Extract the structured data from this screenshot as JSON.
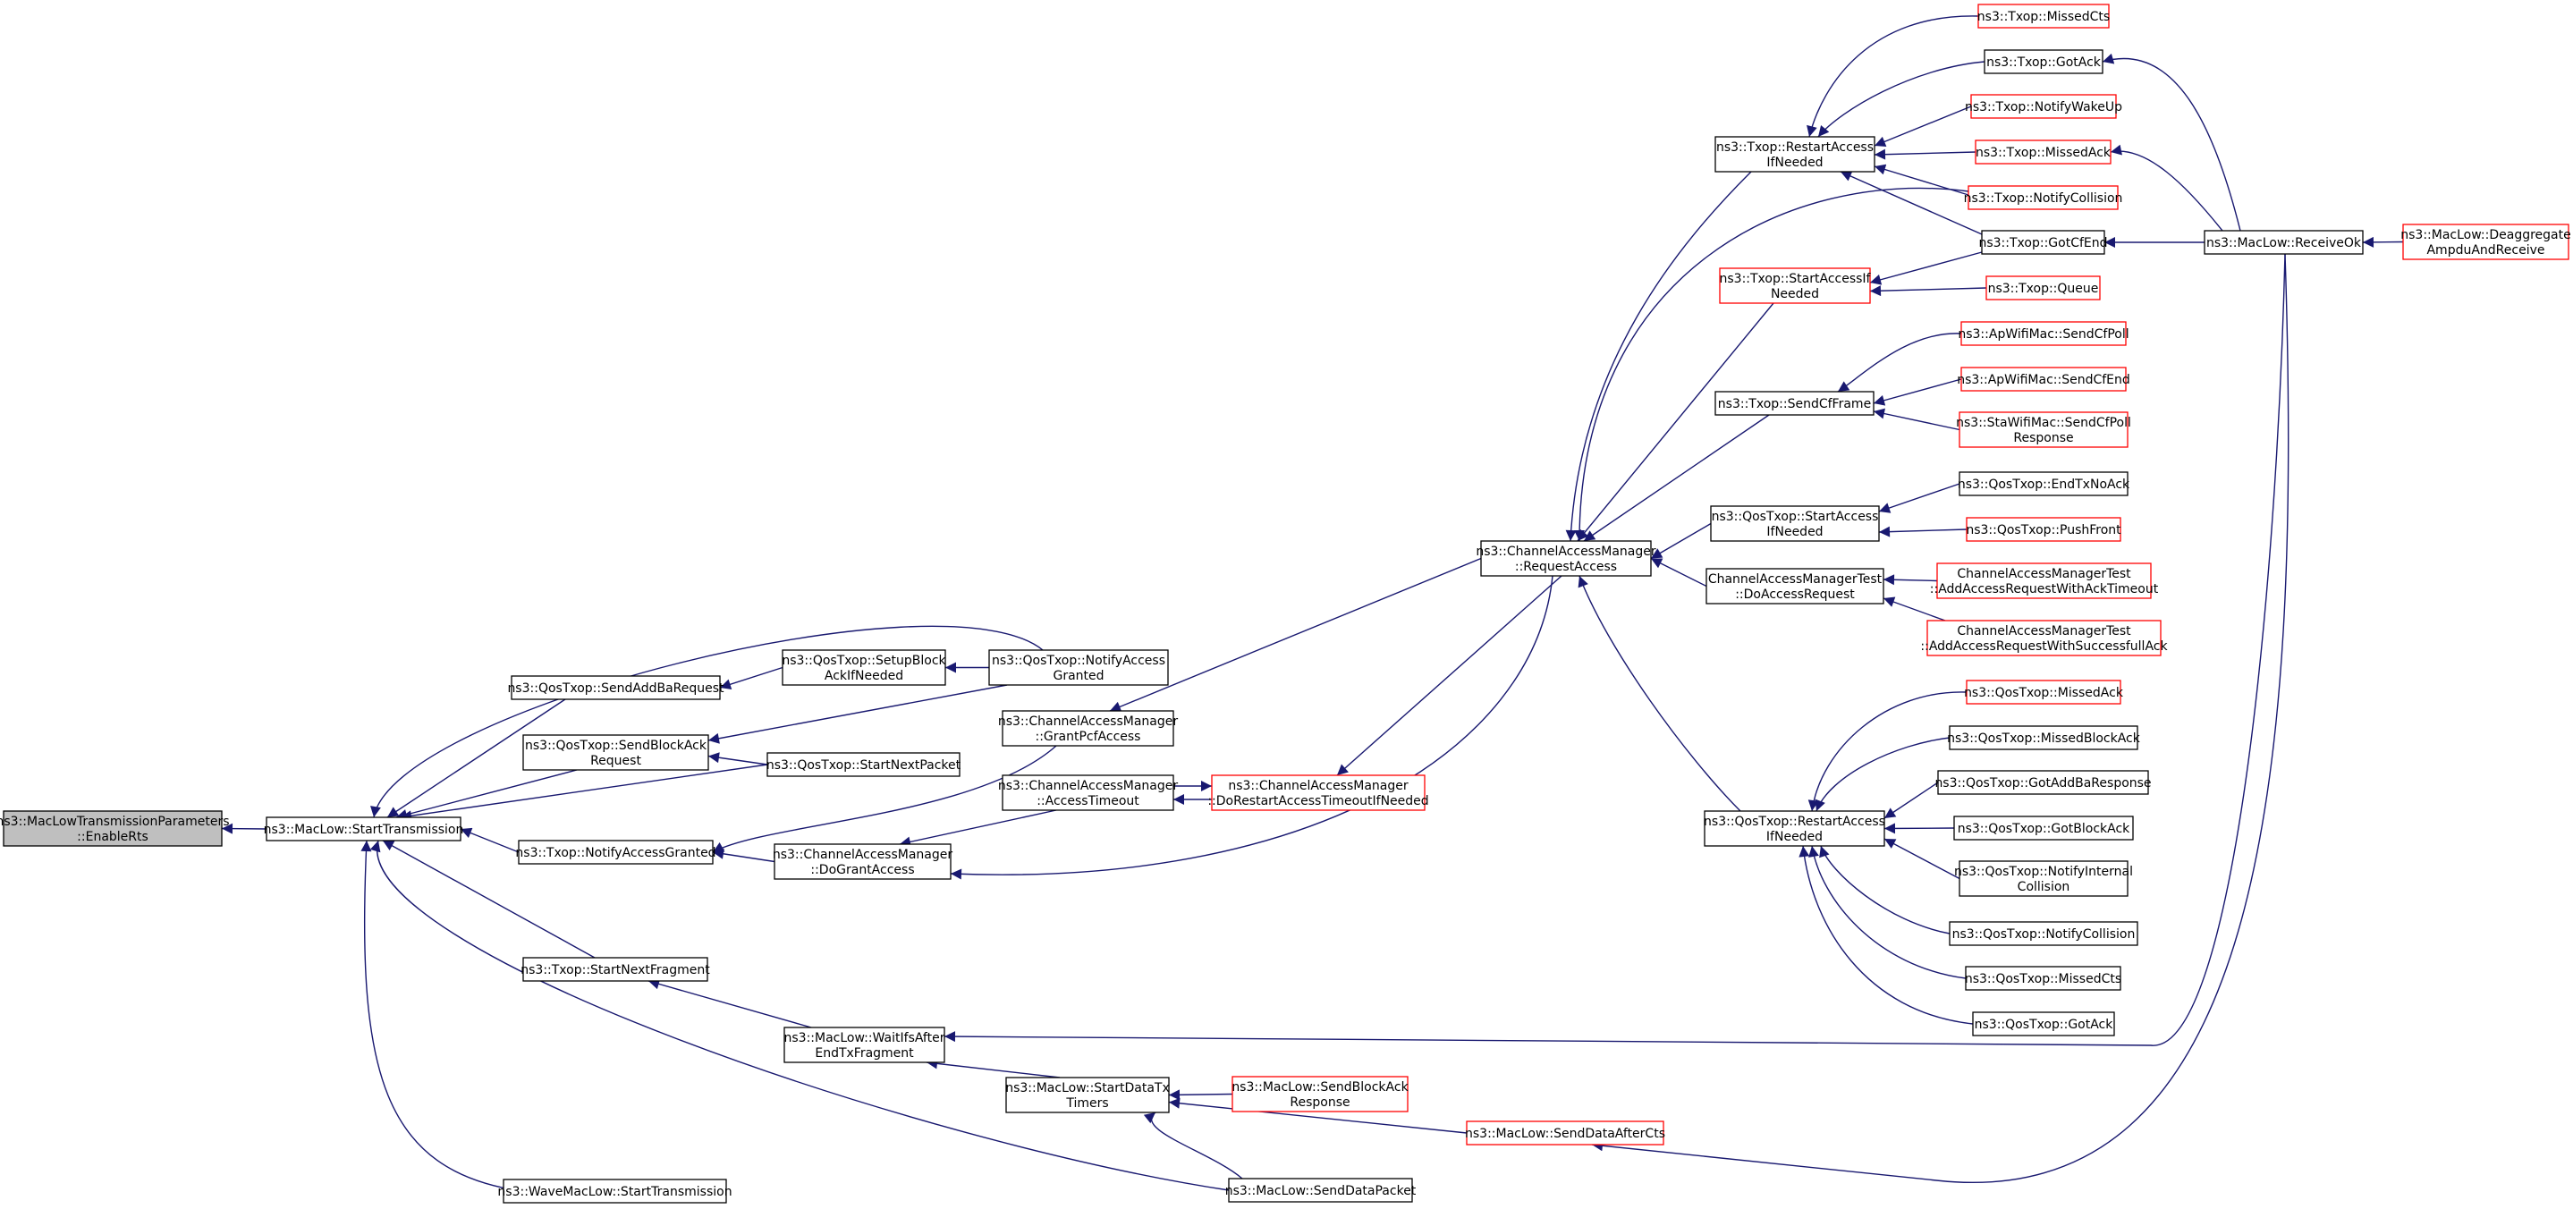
{
  "graph": {
    "colors": {
      "edge": "#191970",
      "node_border": "#000000",
      "node_red_border": "#ff0000",
      "root_fill": "#bfbfbf",
      "node_fill": "#ffffff"
    },
    "nodes": [
      {
        "id": "root",
        "lines": [
          "ns3::MacLowTransmissionParameters",
          "::EnableRts"
        ],
        "style": "root"
      },
      {
        "id": "mlStartTx",
        "lines": [
          "ns3::MacLow::StartTransmission"
        ],
        "style": "normal"
      },
      {
        "id": "qSendAddBa",
        "lines": [
          "ns3::QosTxop::SendAddBaRequest"
        ],
        "style": "normal"
      },
      {
        "id": "qSendBlockAck",
        "lines": [
          "ns3::QosTxop::SendBlockAck",
          "Request"
        ],
        "style": "normal"
      },
      {
        "id": "tNotifyAccessGranted",
        "lines": [
          "ns3::Txop::NotifyAccessGranted"
        ],
        "style": "normal"
      },
      {
        "id": "tStartNextFragment",
        "lines": [
          "ns3::Txop::StartNextFragment"
        ],
        "style": "normal"
      },
      {
        "id": "wmlStartTx",
        "lines": [
          "ns3::WaveMacLow::StartTransmission"
        ],
        "style": "normal"
      },
      {
        "id": "qSetupBlockAck",
        "lines": [
          "ns3::QosTxop::SetupBlock",
          "AckIfNeeded"
        ],
        "style": "normal"
      },
      {
        "id": "qNotifyAccessGranted",
        "lines": [
          "ns3::QosTxop::NotifyAccess",
          "Granted"
        ],
        "style": "normal"
      },
      {
        "id": "qStartNextPacket",
        "lines": [
          "ns3::QosTxop::StartNextPacket"
        ],
        "style": "normal"
      },
      {
        "id": "camDoGrantAccess",
        "lines": [
          "ns3::ChannelAccessManager",
          "::DoGrantAccess"
        ],
        "style": "normal"
      },
      {
        "id": "camGrantPcf",
        "lines": [
          "ns3::ChannelAccessManager",
          "::GrantPcfAccess"
        ],
        "style": "normal"
      },
      {
        "id": "camAccessTimeout",
        "lines": [
          "ns3::ChannelAccessManager",
          "::AccessTimeout"
        ],
        "style": "normal"
      },
      {
        "id": "camDoRestart",
        "lines": [
          "ns3::ChannelAccessManager",
          "::DoRestartAccessTimeoutIfNeeded"
        ],
        "style": "red"
      },
      {
        "id": "camRequestAccess",
        "lines": [
          "ns3::ChannelAccessManager",
          "::RequestAccess"
        ],
        "style": "normal"
      },
      {
        "id": "mlWaitIfs",
        "lines": [
          "ns3::MacLow::WaitIfsAfter",
          "EndTxFragment"
        ],
        "style": "normal"
      },
      {
        "id": "mlStartDataTx",
        "lines": [
          "ns3::MacLow::StartDataTx",
          "Timers"
        ],
        "style": "normal"
      },
      {
        "id": "mlSendBlockAckResp",
        "lines": [
          "ns3::MacLow::SendBlockAck",
          "Response"
        ],
        "style": "red"
      },
      {
        "id": "mlSendDataAfterCts",
        "lines": [
          "ns3::MacLow::SendDataAfterCts"
        ],
        "style": "red"
      },
      {
        "id": "mlSendDataPacket",
        "lines": [
          "ns3::MacLow::SendDataPacket"
        ],
        "style": "normal"
      },
      {
        "id": "tRestartAccess",
        "lines": [
          "ns3::Txop::RestartAccess",
          "IfNeeded"
        ],
        "style": "normal"
      },
      {
        "id": "tStartAccess",
        "lines": [
          "ns3::Txop::StartAccessIf",
          "Needed"
        ],
        "style": "red"
      },
      {
        "id": "tSendCfFrame",
        "lines": [
          "ns3::Txop::SendCfFrame"
        ],
        "style": "normal"
      },
      {
        "id": "qStartAccess",
        "lines": [
          "ns3::QosTxop::StartAccess",
          "IfNeeded"
        ],
        "style": "normal"
      },
      {
        "id": "camTestDoAccess",
        "lines": [
          "ChannelAccessManagerTest",
          "::DoAccessRequest"
        ],
        "style": "normal"
      },
      {
        "id": "qRestartAccess",
        "lines": [
          "ns3::QosTxop::RestartAccess",
          "IfNeeded"
        ],
        "style": "normal"
      },
      {
        "id": "tMissedCts",
        "lines": [
          "ns3::Txop::MissedCts"
        ],
        "style": "red"
      },
      {
        "id": "tGotAck",
        "lines": [
          "ns3::Txop::GotAck"
        ],
        "style": "normal"
      },
      {
        "id": "tNotifyWakeUp",
        "lines": [
          "ns3::Txop::NotifyWakeUp"
        ],
        "style": "red"
      },
      {
        "id": "tMissedAck",
        "lines": [
          "ns3::Txop::MissedAck"
        ],
        "style": "red"
      },
      {
        "id": "tNotifyCollision",
        "lines": [
          "ns3::Txop::NotifyCollision"
        ],
        "style": "red"
      },
      {
        "id": "tGotCfEnd",
        "lines": [
          "ns3::Txop::GotCfEnd"
        ],
        "style": "normal"
      },
      {
        "id": "tQueue",
        "lines": [
          "ns3::Txop::Queue"
        ],
        "style": "red"
      },
      {
        "id": "apSendCfPoll",
        "lines": [
          "ns3::ApWifiMac::SendCfPoll"
        ],
        "style": "red"
      },
      {
        "id": "apSendCfEnd",
        "lines": [
          "ns3::ApWifiMac::SendCfEnd"
        ],
        "style": "red"
      },
      {
        "id": "staSendCfPoll",
        "lines": [
          "ns3::StaWifiMac::SendCfPoll",
          "Response"
        ],
        "style": "red"
      },
      {
        "id": "qEndTxNoAck",
        "lines": [
          "ns3::QosTxop::EndTxNoAck"
        ],
        "style": "normal"
      },
      {
        "id": "qPushFront",
        "lines": [
          "ns3::QosTxop::PushFront"
        ],
        "style": "red"
      },
      {
        "id": "camTestAckTimeout",
        "lines": [
          "ChannelAccessManagerTest",
          "::AddAccessRequestWithAckTimeout"
        ],
        "style": "red"
      },
      {
        "id": "camTestSuccessful",
        "lines": [
          "ChannelAccessManagerTest",
          "::AddAccessRequestWithSuccessfullAck"
        ],
        "style": "red"
      },
      {
        "id": "qMissedAck",
        "lines": [
          "ns3::QosTxop::MissedAck"
        ],
        "style": "red"
      },
      {
        "id": "qMissedBlockAck",
        "lines": [
          "ns3::QosTxop::MissedBlockAck"
        ],
        "style": "normal"
      },
      {
        "id": "qGotAddBa",
        "lines": [
          "ns3::QosTxop::GotAddBaResponse"
        ],
        "style": "normal"
      },
      {
        "id": "qGotBlockAck",
        "lines": [
          "ns3::QosTxop::GotBlockAck"
        ],
        "style": "normal"
      },
      {
        "id": "qNotifyInternal",
        "lines": [
          "ns3::QosTxop::NotifyInternal",
          "Collision"
        ],
        "style": "normal"
      },
      {
        "id": "qNotifyCollision",
        "lines": [
          "ns3::QosTxop::NotifyCollision"
        ],
        "style": "normal"
      },
      {
        "id": "qMissedCts",
        "lines": [
          "ns3::QosTxop::MissedCts"
        ],
        "style": "normal"
      },
      {
        "id": "qGotAck",
        "lines": [
          "ns3::QosTxop::GotAck"
        ],
        "style": "normal"
      },
      {
        "id": "mlReceiveOk",
        "lines": [
          "ns3::MacLow::ReceiveOk"
        ],
        "style": "normal"
      },
      {
        "id": "mlDeaggregate",
        "lines": [
          "ns3::MacLow::Deaggregate",
          "AmpduAndReceive"
        ],
        "style": "red"
      }
    ],
    "edges": [
      {
        "from": "mlStartTx",
        "to": "root"
      },
      {
        "from": "qSendAddBa",
        "to": "mlStartTx"
      },
      {
        "from": "qSendBlockAck",
        "to": "mlStartTx"
      },
      {
        "from": "tNotifyAccessGranted",
        "to": "mlStartTx"
      },
      {
        "from": "tStartNextFragment",
        "to": "mlStartTx"
      },
      {
        "from": "wmlStartTx",
        "to": "mlStartTx"
      },
      {
        "from": "qNotifyAccessGranted",
        "to": "mlStartTx"
      },
      {
        "from": "qStartNextPacket",
        "to": "mlStartTx"
      },
      {
        "from": "mlSendDataPacket",
        "to": "mlStartTx"
      },
      {
        "from": "qSetupBlockAck",
        "to": "qSendAddBa"
      },
      {
        "from": "qNotifyAccessGranted",
        "to": "qSetupBlockAck"
      },
      {
        "from": "qNotifyAccessGranted",
        "to": "qSendBlockAck"
      },
      {
        "from": "qStartNextPacket",
        "to": "qSendBlockAck"
      },
      {
        "from": "camDoGrantAccess",
        "to": "tNotifyAccessGranted"
      },
      {
        "from": "camGrantPcf",
        "to": "tNotifyAccessGranted"
      },
      {
        "from": "camAccessTimeout",
        "to": "camDoGrantAccess"
      },
      {
        "from": "camRequestAccess",
        "to": "camDoGrantAccess"
      },
      {
        "from": "camDoRestart",
        "to": "camAccessTimeout"
      },
      {
        "from": "camAccessTimeout",
        "to": "camDoRestart"
      },
      {
        "from": "camRequestAccess",
        "to": "camDoRestart"
      },
      {
        "from": "camRequestAccess",
        "to": "camGrantPcf"
      },
      {
        "from": "mlWaitIfs",
        "to": "tStartNextFragment"
      },
      {
        "from": "mlStartDataTx",
        "to": "mlWaitIfs"
      },
      {
        "from": "mlReceiveOk",
        "to": "mlWaitIfs"
      },
      {
        "from": "mlSendBlockAckResp",
        "to": "mlStartDataTx"
      },
      {
        "from": "mlSendDataAfterCts",
        "to": "mlStartDataTx"
      },
      {
        "from": "mlSendDataPacket",
        "to": "mlStartDataTx"
      },
      {
        "from": "mlReceiveOk",
        "to": "mlSendDataAfterCts"
      },
      {
        "from": "tRestartAccess",
        "to": "camRequestAccess"
      },
      {
        "from": "tStartAccess",
        "to": "camRequestAccess"
      },
      {
        "from": "tSendCfFrame",
        "to": "camRequestAccess"
      },
      {
        "from": "qStartAccess",
        "to": "camRequestAccess"
      },
      {
        "from": "camTestDoAccess",
        "to": "camRequestAccess"
      },
      {
        "from": "qRestartAccess",
        "to": "camRequestAccess"
      },
      {
        "from": "tNotifyCollision",
        "to": "camRequestAccess"
      },
      {
        "from": "tMissedCts",
        "to": "tRestartAccess"
      },
      {
        "from": "tGotAck",
        "to": "tRestartAccess"
      },
      {
        "from": "tNotifyWakeUp",
        "to": "tRestartAccess"
      },
      {
        "from": "tMissedAck",
        "to": "tRestartAccess"
      },
      {
        "from": "tNotifyCollision",
        "to": "tRestartAccess"
      },
      {
        "from": "tGotCfEnd",
        "to": "tRestartAccess"
      },
      {
        "from": "tGotCfEnd",
        "to": "tStartAccess"
      },
      {
        "from": "tQueue",
        "to": "tStartAccess"
      },
      {
        "from": "apSendCfPoll",
        "to": "tSendCfFrame"
      },
      {
        "from": "apSendCfEnd",
        "to": "tSendCfFrame"
      },
      {
        "from": "staSendCfPoll",
        "to": "tSendCfFrame"
      },
      {
        "from": "qEndTxNoAck",
        "to": "qStartAccess"
      },
      {
        "from": "qPushFront",
        "to": "qStartAccess"
      },
      {
        "from": "camTestAckTimeout",
        "to": "camTestDoAccess"
      },
      {
        "from": "camTestSuccessful",
        "to": "camTestDoAccess"
      },
      {
        "from": "qMissedAck",
        "to": "qRestartAccess"
      },
      {
        "from": "qMissedBlockAck",
        "to": "qRestartAccess"
      },
      {
        "from": "qGotAddBa",
        "to": "qRestartAccess"
      },
      {
        "from": "qGotBlockAck",
        "to": "qRestartAccess"
      },
      {
        "from": "qNotifyInternal",
        "to": "qRestartAccess"
      },
      {
        "from": "qNotifyCollision",
        "to": "qRestartAccess"
      },
      {
        "from": "qMissedCts",
        "to": "qRestartAccess"
      },
      {
        "from": "qGotAck",
        "to": "qRestartAccess"
      },
      {
        "from": "mlReceiveOk",
        "to": "tGotAck"
      },
      {
        "from": "mlReceiveOk",
        "to": "tMissedAck"
      },
      {
        "from": "mlReceiveOk",
        "to": "tGotCfEnd"
      },
      {
        "from": "mlDeaggregate",
        "to": "mlReceiveOk"
      }
    ]
  }
}
